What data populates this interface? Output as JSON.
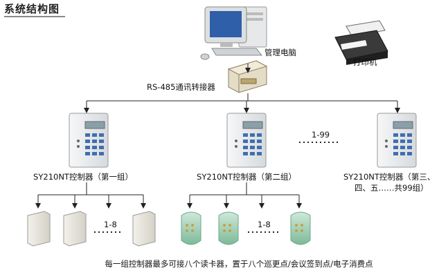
{
  "title": "系统结构图",
  "labels": {
    "computer": "管理电脑",
    "printer": "打印机",
    "converter": "RS-485通讯转接器",
    "range_controllers": "1-99",
    "ctrl1": "SY210NT控制器（第一组）",
    "ctrl2": "SY210NT控制器（第二组）",
    "ctrl3_line1": "SY210NT控制器（第三、",
    "ctrl3_line2": "四、五……共99组）",
    "range_readers_a": "1-8",
    "range_readers_b": "1-8",
    "footer": "每一组控制器最多可接八个读卡器，置于八个巡更点/会议签到点/电子消费点"
  },
  "colors": {
    "line": "#222222",
    "device_body": "#e9ecee",
    "keypad_key": "#3f6fb0",
    "screen": "#8aa0a8",
    "monitor_screen": "#2f5fa8",
    "reader_green": "#8fc8a8"
  }
}
